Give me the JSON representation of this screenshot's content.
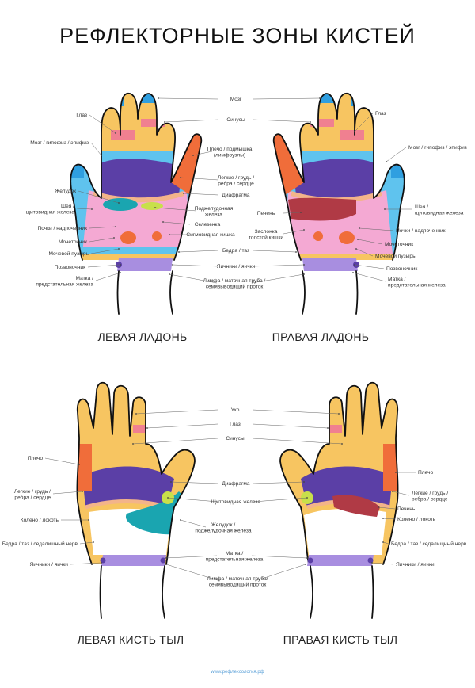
{
  "title": "РЕФЛЕКТОРНЫЕ ЗОНЫ КИСТЕЙ",
  "captions": {
    "left_palm": "ЛЕВАЯ ЛАДОНЬ",
    "right_palm": "ПРАВАЯ ЛАДОНЬ",
    "left_back": "ЛЕВАЯ КИСТЬ ТЫЛ",
    "right_back": "ПРАВАЯ КИСТЬ ТЫЛ"
  },
  "palm_center_labels": [
    {
      "lines": [
        "Мозг"
      ]
    },
    {
      "lines": [
        "Синусы"
      ]
    },
    {
      "lines": [
        "Плечо / подмышка",
        "(лимфоузлы)"
      ]
    },
    {
      "lines": [
        "Легкие / грудь /",
        "ребра / сердце"
      ]
    },
    {
      "lines": [
        "Диафрагма"
      ]
    },
    {
      "lines": [
        "Поджелудочная",
        "железа"
      ]
    },
    {
      "lines": [
        "Селезенка"
      ]
    },
    {
      "lines": [
        "Сигмовидная кишка"
      ]
    },
    {
      "lines": [
        "Бедра / таз"
      ]
    },
    {
      "lines": [
        "Яичники / яички"
      ]
    },
    {
      "lines": [
        "Лимфа / маточная труба /",
        "семявыводящий проток"
      ]
    },
    {
      "lines": [
        "Печень"
      ]
    },
    {
      "lines": [
        "Заслонка",
        "толстой кишки"
      ]
    }
  ],
  "palm_left_labels": [
    {
      "lines": [
        "Глаз"
      ]
    },
    {
      "lines": [
        "Мозг / гипофиз / эпифиз"
      ]
    },
    {
      "lines": [
        "Желудок"
      ]
    },
    {
      "lines": [
        "Шея /",
        "щитовидная железа"
      ]
    },
    {
      "lines": [
        "Почки / надпочечник"
      ]
    },
    {
      "lines": [
        "Мочеточник"
      ]
    },
    {
      "lines": [
        "Мочевой пузырь"
      ]
    },
    {
      "lines": [
        "Позвоночник"
      ]
    },
    {
      "lines": [
        "Матка /",
        "предстательная железа"
      ]
    }
  ],
  "palm_right_labels": [
    {
      "lines": [
        "Глаз"
      ]
    },
    {
      "lines": [
        "Мозг / гипофиз / эпифиз"
      ]
    },
    {
      "lines": [
        "Шея /",
        "щитовидная железа"
      ]
    },
    {
      "lines": [
        "Почки / надпочечник"
      ]
    },
    {
      "lines": [
        "Мочеточник"
      ]
    },
    {
      "lines": [
        "Мочевой пузырь"
      ]
    },
    {
      "lines": [
        "Позвоночник"
      ]
    },
    {
      "lines": [
        "Матка /",
        "предстательная железа"
      ]
    }
  ],
  "back_center_labels": [
    {
      "lines": [
        "Ухо"
      ]
    },
    {
      "lines": [
        "Глаз"
      ]
    },
    {
      "lines": [
        "Синусы"
      ]
    },
    {
      "lines": [
        "Диафрагма"
      ]
    },
    {
      "lines": [
        "Щитовидная железа"
      ]
    },
    {
      "lines": [
        "Желудок /",
        "поджелудочная железа"
      ]
    },
    {
      "lines": [
        "Матка /",
        "предстательная железа"
      ]
    },
    {
      "lines": [
        "Лимфа / маточная труба/",
        "семявыводящий проток"
      ]
    }
  ],
  "back_left_labels": [
    {
      "lines": [
        "Плечо"
      ]
    },
    {
      "lines": [
        "Легкие / грудь /",
        "ребра / сердце"
      ]
    },
    {
      "lines": [
        "Колено / локоть"
      ]
    },
    {
      "lines": [
        "Бедра / таз / седалищный нерв"
      ]
    },
    {
      "lines": [
        "Яичники / яички"
      ]
    }
  ],
  "back_right_labels": [
    {
      "lines": [
        "Плечо"
      ]
    },
    {
      "lines": [
        "Легкие / грудь /",
        "ребра / сердце"
      ]
    },
    {
      "lines": [
        "Печень"
      ]
    },
    {
      "lines": [
        "Колено / локоть"
      ]
    },
    {
      "lines": [
        "Бедра / таз / седалищный нерв"
      ]
    },
    {
      "lines": [
        "Яичники / яички"
      ]
    }
  ],
  "footer": "www.рефлексология.рф",
  "colors": {
    "finger": "#f7c561",
    "brain": "#2f9fe0",
    "sinus": "#f08090",
    "shoulder": "#f06d3a",
    "lungs": "#5b3fa6",
    "diaphragm": "#f3b48a",
    "abdomen": "#f4a9d3",
    "light_blue": "#5fc3ee",
    "spine": "#a88ee0",
    "stomach_teal": "#1aa5b0",
    "liver": "#b03a45",
    "neck_green": "#c8e04a",
    "outline": "#111111"
  }
}
